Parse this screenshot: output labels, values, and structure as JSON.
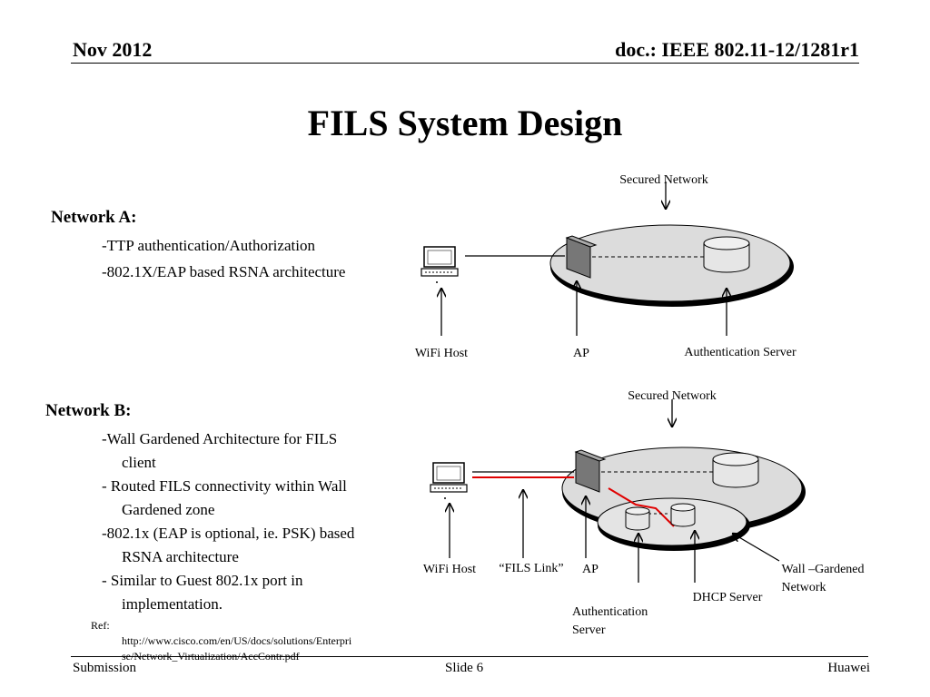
{
  "header": {
    "date": "Nov 2012",
    "doc": "doc.: IEEE 802.11-12/1281r1"
  },
  "title": "FILS System Design",
  "network_a": {
    "heading": "Network A:",
    "bullets": [
      "-TTP authentication/Authorization",
      "-802.1X/EAP based RSNA architecture"
    ],
    "diagram": {
      "secured_network": "Secured Network",
      "wifi_host": "WiFi Host",
      "ap": "AP",
      "auth_server": "Authentication Server"
    }
  },
  "network_b": {
    "heading": "Network B:",
    "bullets": [
      {
        "line1": "-Wall Gardened Architecture for FILS",
        "line2": "client"
      },
      {
        "line1": "- Routed FILS connectivity within Wall",
        "line2": "Gardened zone"
      },
      {
        "line1": "-802.1x (EAP is optional, ie. PSK) based",
        "line2": "RSNA architecture"
      },
      {
        "line1": "- Similar to Guest 802.1x port in",
        "line2": "implementation."
      }
    ],
    "ref": {
      "label": "Ref:",
      "line1": "http://www.cisco.com/en/US/docs/solutions/Enterpri",
      "line2": "se/Network_Virtualization/AccContr.pdf"
    },
    "diagram": {
      "secured_network": "Secured Network",
      "wifi_host": "WiFi Host",
      "fils_link": "“FILS Link”",
      "ap": "AP",
      "wall_gardened_1": "Wall –Gardened",
      "wall_gardened_2": "Network",
      "dhcp_server": "DHCP Server",
      "auth_server_1": "Authentication",
      "auth_server_2": "Server"
    }
  },
  "footer": {
    "left": "Submission",
    "center": "Slide 6",
    "right": "Huawei"
  }
}
